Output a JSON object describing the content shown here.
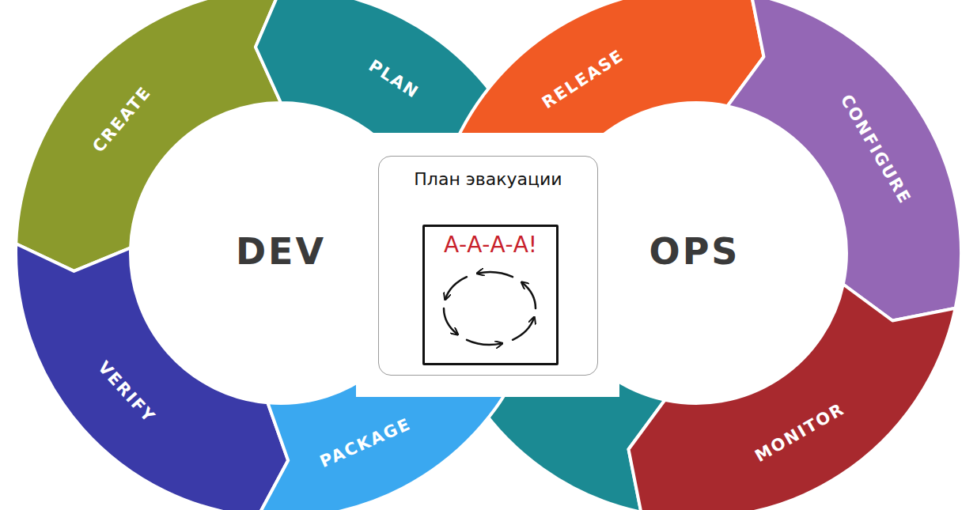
{
  "diagram": {
    "nodes": [
      {
        "text": [
          "CREATE"
        ]
      },
      {
        "text": [
          "PLAN"
        ]
      },
      {
        "text": [
          "RELEASE"
        ]
      },
      {
        "text": [
          "CONFIGURE"
        ]
      },
      {
        "text": [
          "VERIFY"
        ]
      },
      {
        "text": [
          "PACKAGE"
        ]
      },
      {
        "text": [
          "MONITOR"
        ]
      },
      {
        "text": [
          "План эвакуации"
        ]
      },
      {
        "text": [
          "А-А-А-А!"
        ],
        "in": 7
      }
    ],
    "labels": [
      "DEV",
      "OPS"
    ]
  }
}
